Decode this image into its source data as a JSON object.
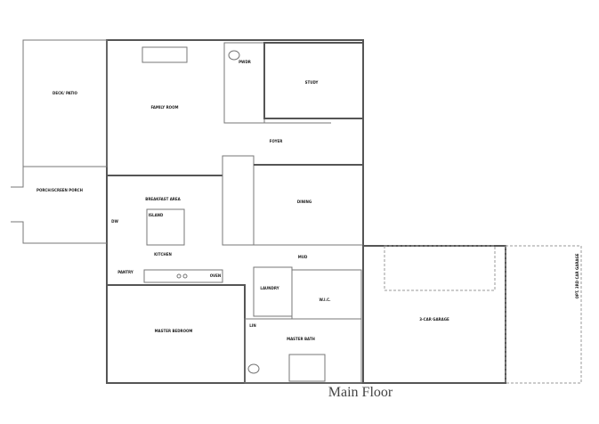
{
  "title": "Main Floor",
  "rooms": {
    "deck": "DECK/ PATIO",
    "family": "FAMILY ROOM",
    "powder": "PWDR",
    "study": "STUDY",
    "foyer": "FOYER",
    "porch": "PORCH/SCREEN PORCH",
    "breakfast": "BREAKFAST AREA",
    "island": "ISLAND",
    "dw": "DW",
    "dining": "DINING",
    "kitchen": "KITCHEN",
    "pantry": "PANTRY",
    "oven": "OVEN",
    "mud": "MUD",
    "laundry": "LAUNDRY",
    "wic": "W.I.C.",
    "master_bed": "MASTER BEDROOM",
    "master_bath": "MASTER BATH",
    "lin": "LIN",
    "garage": "3-CAR GARAGE",
    "opt_garage": "OPT. 3RD CAR GARAGE"
  }
}
